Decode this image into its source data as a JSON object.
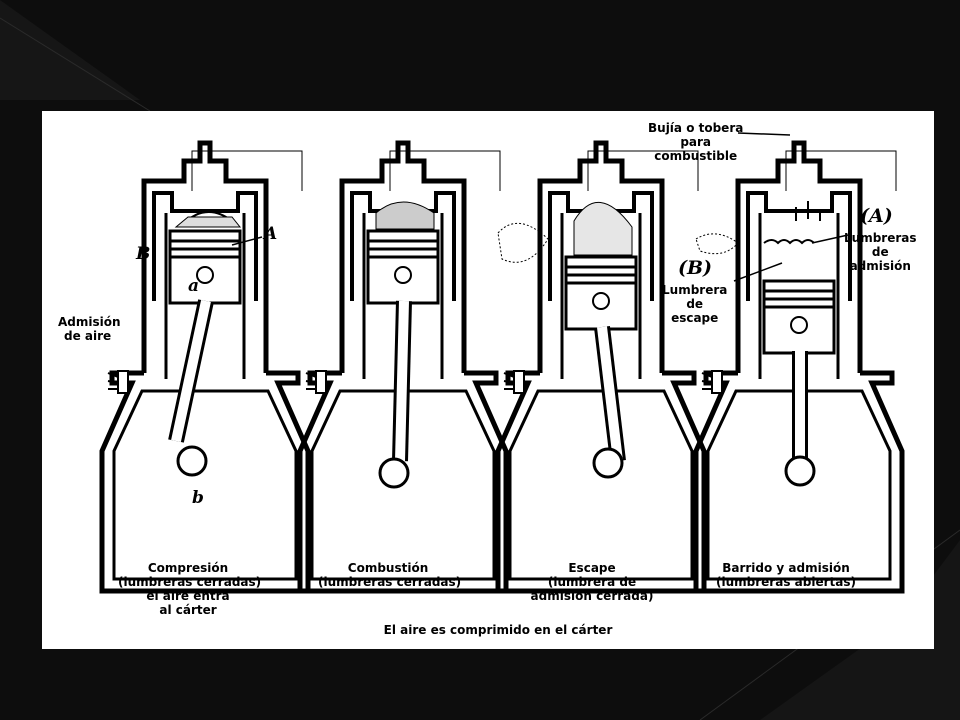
{
  "diagram": {
    "panels": [
      {
        "caption_lines": [
          "Compresión",
          "(lumbreras cerradas)",
          "el aire entra",
          "al cárter"
        ]
      },
      {
        "caption_lines": [
          "Combustión",
          "(lumbreras cerradas)"
        ]
      },
      {
        "caption_lines": [
          "Escape",
          "(lumbrera de",
          "admisión cerrada)"
        ]
      },
      {
        "caption_lines": [
          "Barrido y admisión",
          "(lumbreras abiertas)"
        ]
      }
    ],
    "footer_caption": "El aire es comprimido en el cárter",
    "callouts": {
      "admision_aire": [
        "Admisión",
        "de aire"
      ],
      "bujia": [
        "Bujía o tobera",
        "para",
        "combustible"
      ],
      "lumbreras_admision": [
        "Lumbreras",
        "de",
        "admisión"
      ],
      "lumbrera_escape": [
        "Lumbrera",
        "de",
        "escape"
      ]
    },
    "letters": {
      "A_small": "A",
      "B_small": "B",
      "a": "a",
      "b": "b",
      "A_big": "(A)",
      "B_big": "(B)"
    }
  }
}
